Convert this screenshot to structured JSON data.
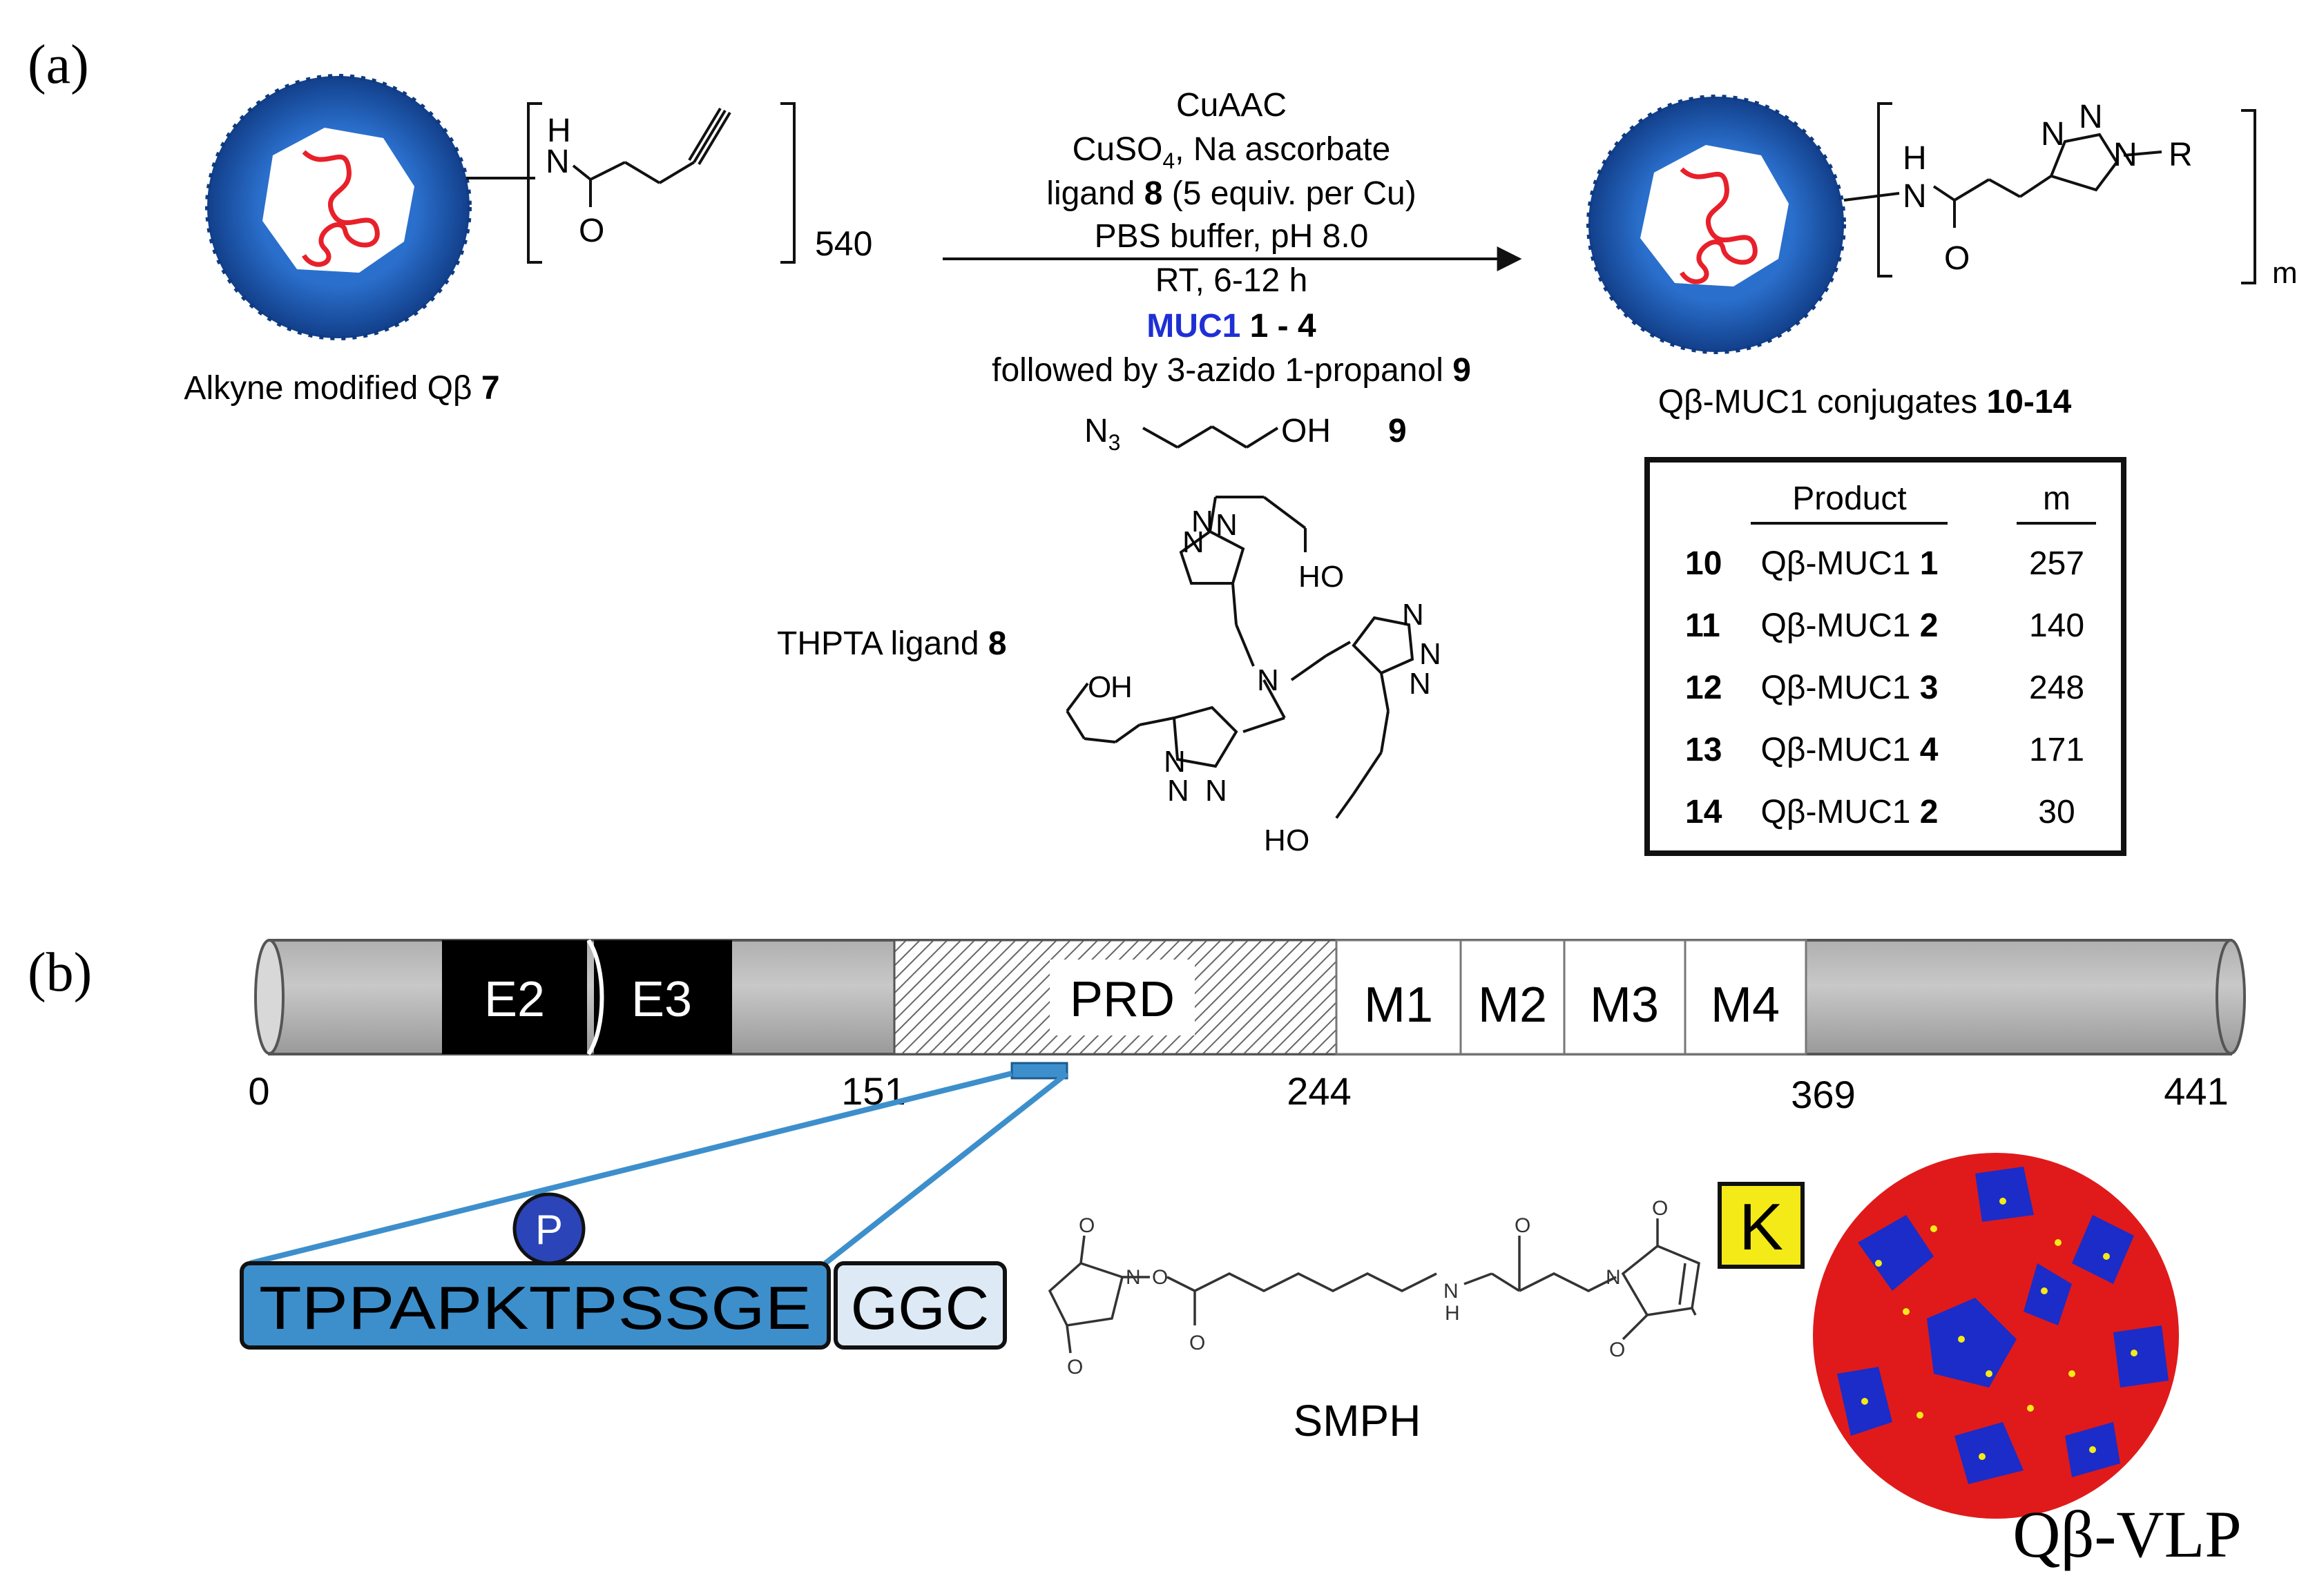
{
  "panel_a": {
    "label": "(a)",
    "reactant": {
      "n_repeat": "540",
      "caption_prefix": "Alkyne modified Qβ ",
      "caption_number": "7"
    },
    "conditions": {
      "line1": "CuAAC",
      "line2_a": "CuSO",
      "line2_sub": "4",
      "line2_b": ", Na ascorbate",
      "line3_a": "ligand ",
      "line3_bold": "8",
      "line3_b": " (5 equiv. per Cu)",
      "line4": "PBS buffer, pH 8.0",
      "line5": "RT, 6-12 h",
      "line6_blue": "MUC1",
      "line6_bold": " 1 - 4",
      "line7_a": "followed by 3-azido 1-propanol ",
      "line7_bold": "9",
      "azide_n": "N",
      "azide_sub": "3",
      "azide_oh": "OH",
      "azide_num": "9"
    },
    "ligand": {
      "label_a": "THPTA ligand ",
      "label_bold": "8"
    },
    "product": {
      "m_label": "m",
      "r_label": "R",
      "caption_prefix": "Qβ-MUC1 conjugates ",
      "caption_bold": "10-14"
    },
    "table": {
      "headers": [
        "Product",
        "m"
      ],
      "rows": [
        {
          "id": "10",
          "name": "Qβ-MUC1 ",
          "num": "1",
          "m": "257"
        },
        {
          "id": "11",
          "name": "Qβ-MUC1 ",
          "num": "2",
          "m": "140"
        },
        {
          "id": "12",
          "name": "Qβ-MUC1 ",
          "num": "3",
          "m": "248"
        },
        {
          "id": "13",
          "name": "Qβ-MUC1 ",
          "num": "4",
          "m": "171"
        },
        {
          "id": "14",
          "name": "Qβ-MUC1 ",
          "num": "2",
          "m": "30"
        }
      ]
    }
  },
  "panel_b": {
    "label": "(b)",
    "domains": {
      "e2": "E2",
      "e3": "E3",
      "prd": "PRD",
      "m1": "M1",
      "m2": "M2",
      "m3": "M3",
      "m4": "M4"
    },
    "ticks": [
      "0",
      "151",
      "244",
      "369",
      "441"
    ],
    "phospho": "P",
    "peptide": "TPPAPKTPSSGE",
    "linker": "GGC",
    "lysine": "K",
    "smph": "SMPH",
    "vlp": "Qβ-VLP",
    "atoms": {
      "o": "O",
      "n": "N",
      "nh": "N",
      "h": "H"
    }
  },
  "colors": {
    "capsid_blue": "#1f5fb8",
    "rna_red": "#e8202a",
    "muc1_blue": "#1f2fd6",
    "peptide_blue": "#3d8fcc",
    "linker_light": "#dde9f4",
    "lysine_yellow": "#f4ea18",
    "vlp_red": "#e01a1a",
    "vlp_blue": "#1b2cc8"
  }
}
